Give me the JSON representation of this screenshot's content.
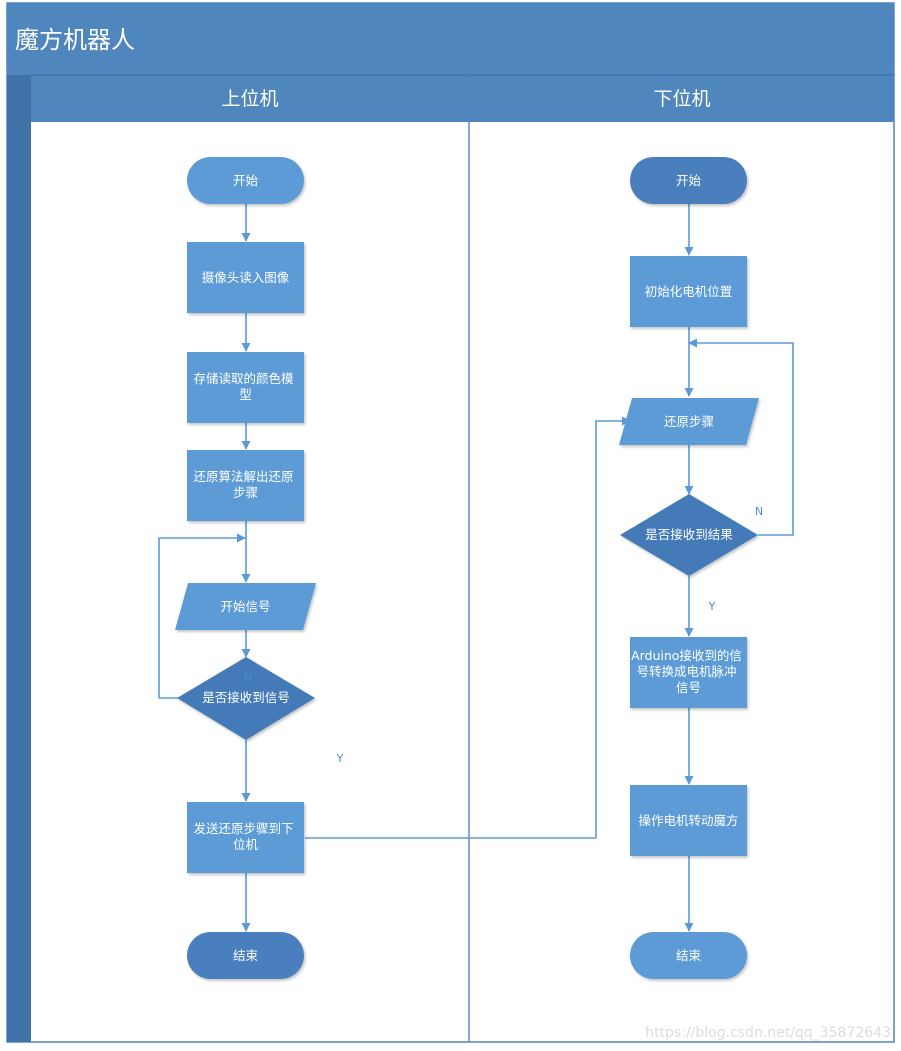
{
  "title": "魔方机器人",
  "lanes": [
    "上位机",
    "下位机"
  ],
  "colors": {
    "header": "#4f86bd",
    "header_dark": "#3f73a8",
    "process": "#5b9bd5",
    "terminal_light": "#5b9bd5",
    "terminal_dark": "#4a7fbc",
    "decision": "#447ab8",
    "line": "#5b9bd5",
    "label": "#4a8ad0"
  },
  "nodes": {
    "l_start": "开始",
    "l_camera": [
      "摄像头读入图像"
    ],
    "l_store": [
      "存储读取的颜色模",
      "型"
    ],
    "l_solve": [
      "还原算法解出还原",
      "步骤"
    ],
    "l_signal": "开始信号",
    "l_decision": "是否接收到信号",
    "l_send": [
      "发送还原步骤到下",
      "位机"
    ],
    "l_end": "结束",
    "r_start": "开始",
    "r_init": [
      "初始化电机位置"
    ],
    "r_steps": "还原步骤",
    "r_decision": "是否接收到结果",
    "r_convert": [
      "Arduino接收到的信",
      "号转换成电机脉冲",
      "信号"
    ],
    "r_operate": [
      "操作电机转动魔方"
    ],
    "r_end": "结束"
  },
  "edge_labels": {
    "l_no": "N",
    "l_yes": "Y",
    "r_no": "N",
    "r_yes": "Y"
  },
  "watermark": "https://blog.csdn.net/qq_35872643"
}
